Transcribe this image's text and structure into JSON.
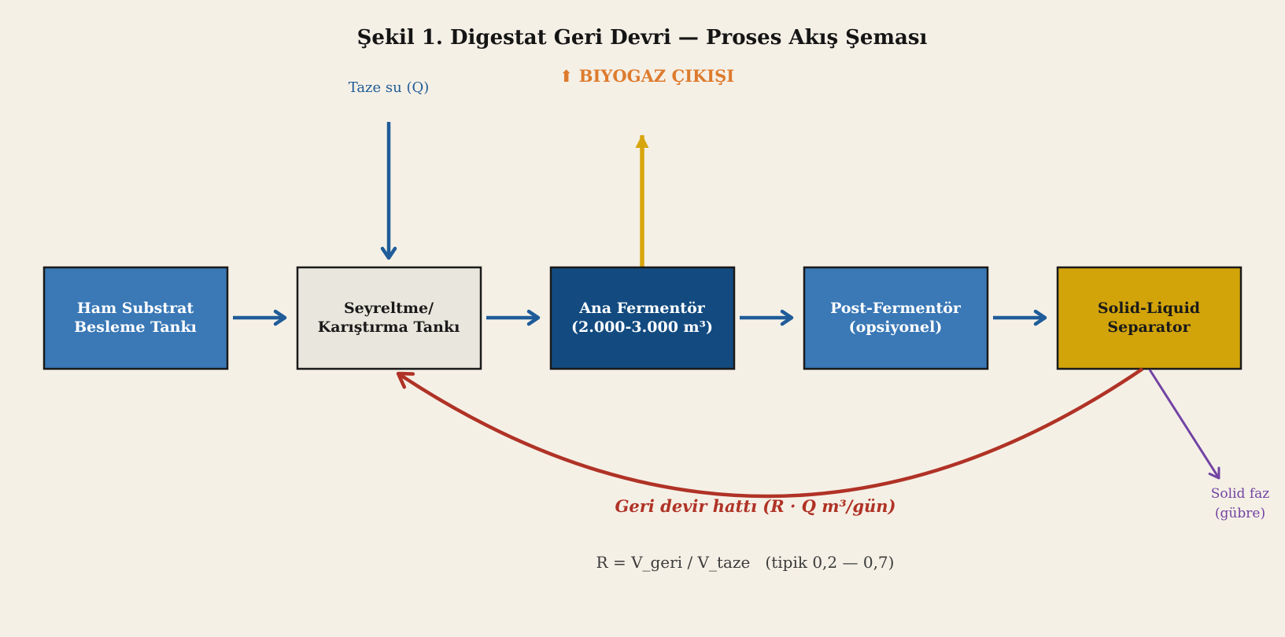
{
  "title": "Şekil 1. Digestat Geri Devri — Proses Akış Şeması",
  "annotations": {
    "fresh_water_label": "Taze su (Q)",
    "biogas_label": "⬆ BIYOGAZ ÇIKIŞI",
    "recycle_label": "Geri devir hattı (R · Q m³/gün)",
    "formula": "R = V_geri / V_taze   (tipik 0,2 — 0,7)",
    "solid_phase_line1": "Solid faz",
    "solid_phase_line2": "(gübre)"
  },
  "boxes": [
    {
      "line1": "Ham Substrat",
      "line2": "Besleme Tankı",
      "fill": "#3a78b6",
      "text_color": "#ffffff"
    },
    {
      "line1": "Seyreltme/",
      "line2": "Karıştırma Tankı",
      "fill": "#e9e6dd",
      "text_color": "#1a1a1a"
    },
    {
      "line1": "Ana Fermentör",
      "line2": "(2.000-3.000 m³)",
      "fill": "#134b80",
      "text_color": "#ffffff"
    },
    {
      "line1": "Post-Fermentör",
      "line2": "(opsiyonel)",
      "fill": "#3a78b6",
      "text_color": "#ffffff"
    },
    {
      "line1": "Solid-Liquid",
      "line2": "Separator",
      "fill": "#d2a40a",
      "text_color": "#1a1a1a"
    }
  ],
  "colors": {
    "background": "#f5f0e6",
    "title_text": "#151515",
    "flow_arrow_blue": "#1f5c99",
    "fresh_water_text": "#1f5b96",
    "biogas_text": "#dd7b2e",
    "biogas_arrow_yellow": "#d7a60d",
    "recycle_red": "#b03226",
    "solid_phase_purple": "#7243a3",
    "formula_text": "#3b3b3b",
    "box_border": "#1a1a1a"
  }
}
